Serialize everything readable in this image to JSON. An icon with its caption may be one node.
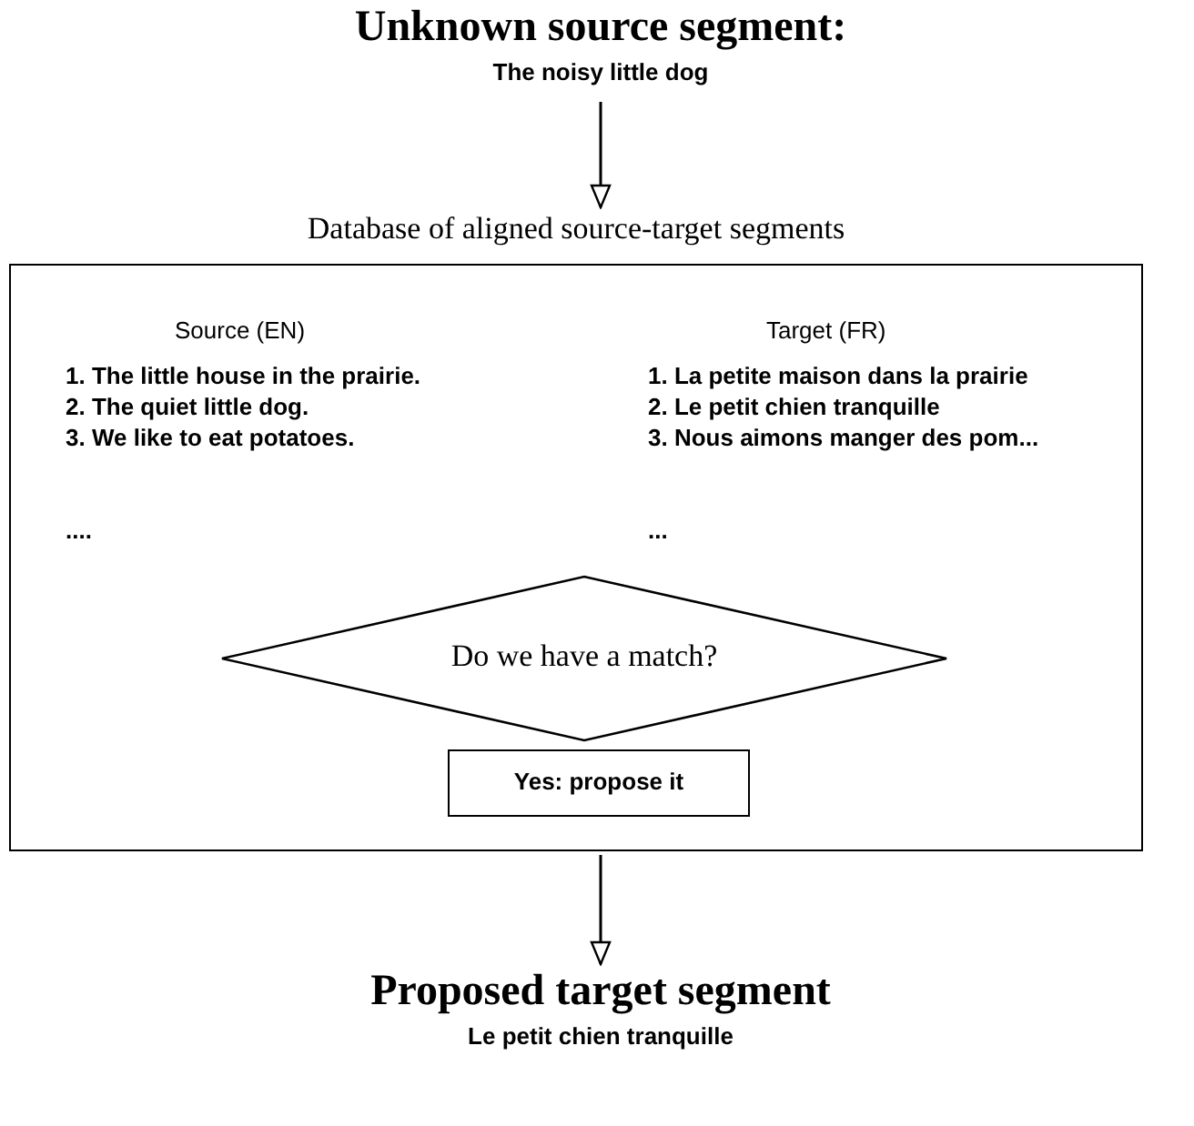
{
  "diagram": {
    "nodes": [
      {
        "text": [
          "Unknown source segment:",
          "The noisy little dog"
        ]
      },
      {
        "text": [
          "Database of aligned source-target segments"
        ]
      },
      {
        "text": [
          "Do we have a match?"
        ],
        "in": 1
      },
      {
        "text": [
          "Yes: propose it"
        ],
        "in": 1
      },
      {
        "text": [
          "Proposed target segment",
          "Le petit chien tranquille"
        ]
      }
    ],
    "edges": [
      {
        "from": 0,
        "to": 1,
        "arrow": "to"
      },
      {
        "from": 1,
        "to": 4,
        "arrow": "to"
      }
    ],
    "labels": [
      "Source (EN)",
      "Target (FR)",
      "1. The little house in the prairie.",
      "1. La petite maison dans la prairie",
      "2. The quiet little dog.",
      "2. Le petit chien tranquille",
      "3. We like to eat potatoes.",
      "3. Nous aimons manger des pom...",
      "....",
      "..."
    ]
  }
}
